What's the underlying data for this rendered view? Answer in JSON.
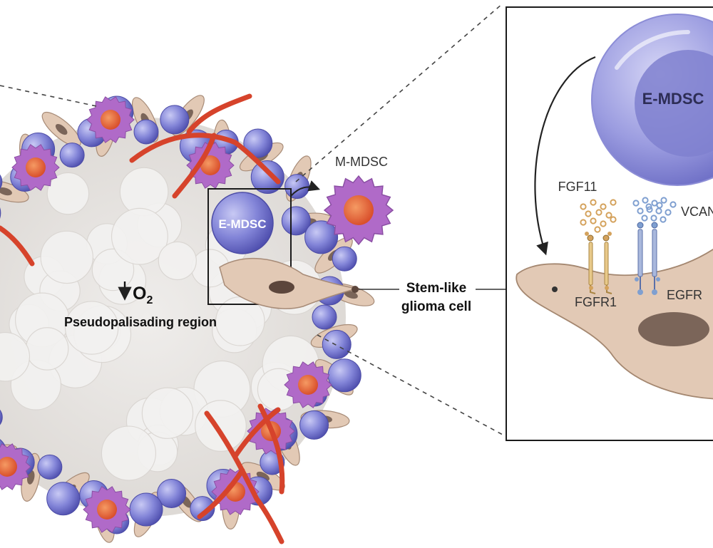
{
  "labels": {
    "hypoxia_symbol": "O",
    "hypoxia_subscript": "2",
    "region": "Pseudopalisading region",
    "emdsc_small": "E-MDSC",
    "emdsc_large": "E-MDSC",
    "mmdsc": "M-MDSC",
    "stem_line1": "Stem-like",
    "stem_line2": "glioma cell",
    "fgf11": "FGF11",
    "vcan": "VCAN",
    "fgfr1": "FGFR1",
    "egfr": "EGFR"
  },
  "colors": {
    "tumor_core": "#e6e3e1",
    "tumor_blob": "#f3f2f1",
    "blue_cell": "#7f80d4",
    "blue_cell_dark": "#5a5ab8",
    "macrophage": "#b06ac8",
    "macrophage_nucleus": "#e8673a",
    "glioma_cell": "#e2c9b5",
    "glioma_nucleus": "#7b6559",
    "vessel": "#d6432b",
    "fgf11_dot": "#d4a25c",
    "vcan_dot": "#7f9fd0",
    "fgfr1": "#e8c98a",
    "egfr": "#a9b8dc"
  }
}
